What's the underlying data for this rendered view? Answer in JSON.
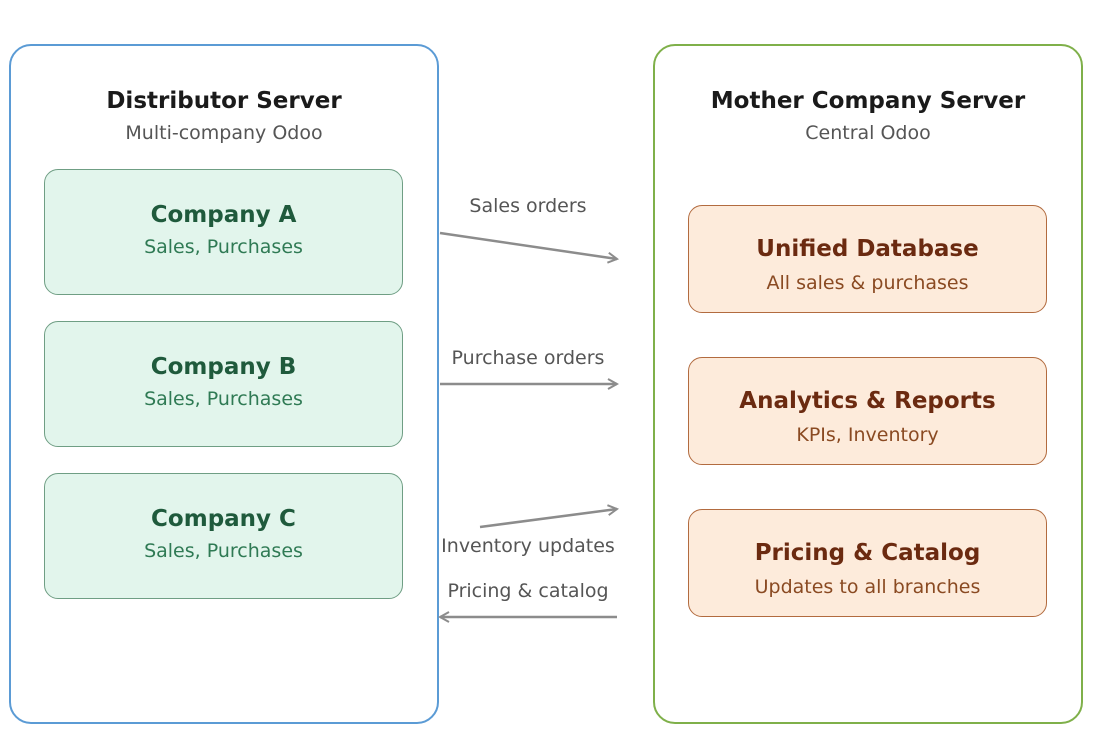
{
  "distributor": {
    "title": "Distributor Server",
    "subtitle": "Multi-company Odoo",
    "companies": [
      {
        "name": "Company A",
        "desc": "Sales, Purchases"
      },
      {
        "name": "Company B",
        "desc": "Sales, Purchases"
      },
      {
        "name": "Company C",
        "desc": "Sales, Purchases"
      }
    ]
  },
  "mother": {
    "title": "Mother Company Server",
    "subtitle": "Central Odoo",
    "components": [
      {
        "name": "Unified Database",
        "desc": "All sales & purchases"
      },
      {
        "name": "Analytics & Reports",
        "desc": "KPIs, Inventory"
      },
      {
        "name": "Pricing & Catalog",
        "desc": "Updates to all branches"
      }
    ]
  },
  "flows": [
    {
      "label": "Sales orders",
      "direction": "to-mother"
    },
    {
      "label": "Purchase orders",
      "direction": "to-mother"
    },
    {
      "label": "Inventory updates",
      "direction": "to-mother"
    },
    {
      "label": "Pricing & catalog",
      "direction": "to-distributor"
    }
  ],
  "colors": {
    "distributor_border": "#5b9bd5",
    "mother_border": "#7fb04a",
    "company_fill": "#e2f5ec",
    "company_border": "#6f9e84",
    "central_fill": "#fdebdb",
    "central_border": "#b26b3f",
    "arrow": "#8c8c8c"
  }
}
